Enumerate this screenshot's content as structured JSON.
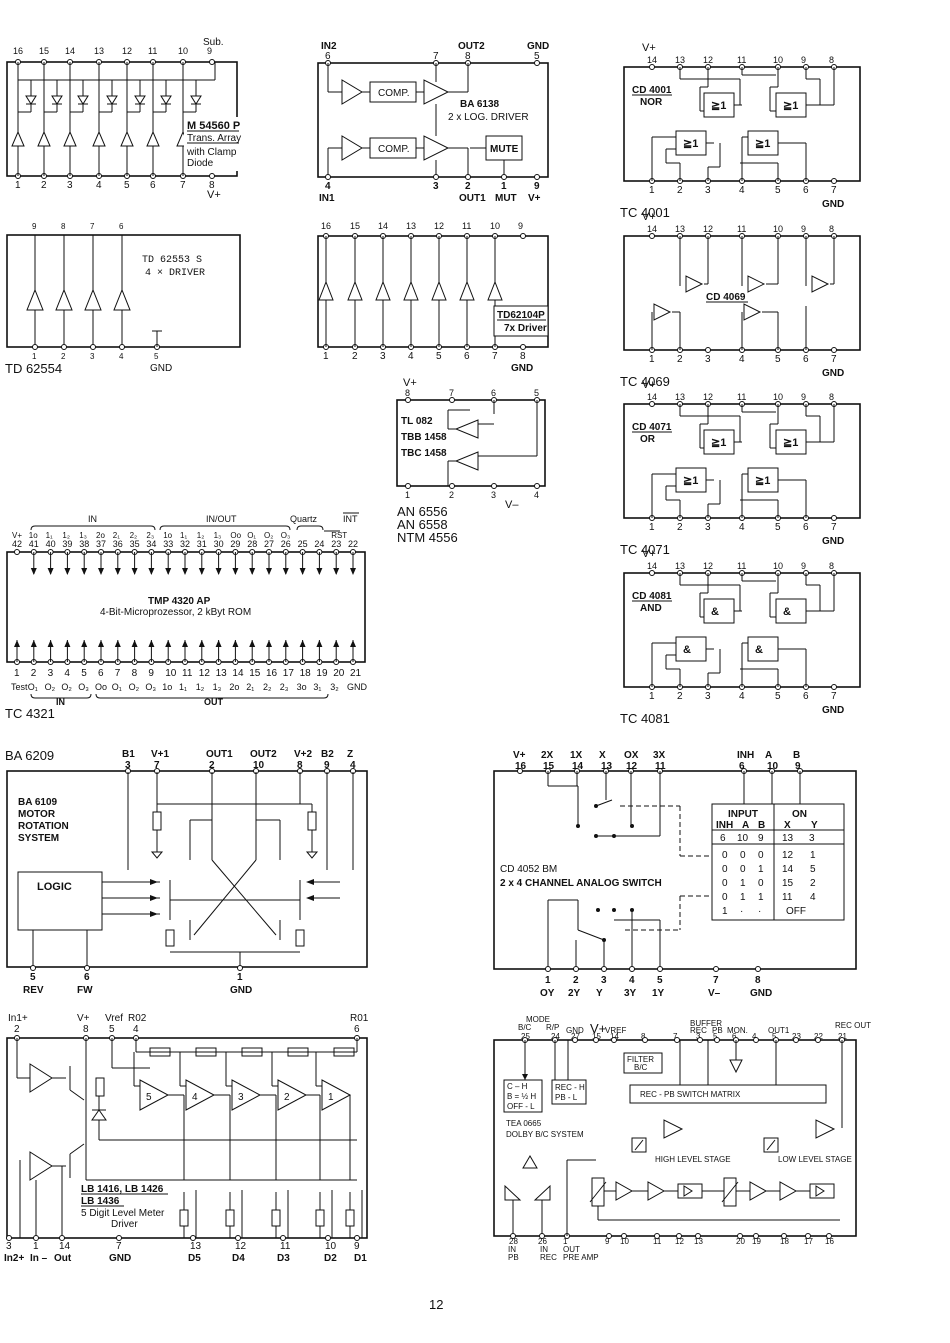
{
  "page_number": "12",
  "m54560": {
    "top_pins": [
      "16",
      "15",
      "14",
      "13",
      "12",
      "11",
      "10",
      "9"
    ],
    "sub_label": "Sub.",
    "bottom_pins": [
      "1",
      "2",
      "3",
      "4",
      "5",
      "6",
      "7",
      "8"
    ],
    "vplus": "V+",
    "title": "M 54560 P",
    "desc1": "Trans. Array",
    "desc2": "with Clamp",
    "desc3": "Diode"
  },
  "ba6138": {
    "in2": "IN2",
    "pin6": "6",
    "out2": "OUT2",
    "pin7": "7",
    "pin8": "8",
    "gnd": "GND",
    "pin5": "5",
    "comp1": "COMP.",
    "comp2": "COMP.",
    "title": "BA 6138",
    "subtitle": "2 x LOG. DRIVER",
    "mute": "MUTE",
    "pin4": "4",
    "pin3": "3",
    "pin2": "2",
    "pin1": "1",
    "pin9": "9",
    "in1": "IN1",
    "out1": "OUT1",
    "mut": "MUT",
    "vplus": "V+"
  },
  "cd4001": {
    "vplus": "V+",
    "top_pins": [
      "14",
      "13",
      "12",
      "11",
      "10",
      "9",
      "8"
    ],
    "title": "CD 4001",
    "subtitle": "NOR",
    "gate": "≧1",
    "bottom_pins": [
      "1",
      "2",
      "3",
      "4",
      "5",
      "6",
      "7"
    ],
    "gnd": "GND",
    "ref": "TC 4001"
  },
  "td62554": {
    "top_pins": [
      "9",
      "8",
      "7",
      "6"
    ],
    "title": "TD 62553 S",
    "subtitle": "4 × DRIVER",
    "bottom_pins": [
      "1",
      "2",
      "3",
      "4",
      "5"
    ],
    "gnd": "GND",
    "ref": "TD 62554"
  },
  "td62104": {
    "top_pins": [
      "16",
      "15",
      "14",
      "13",
      "12",
      "11",
      "10",
      "9"
    ],
    "title": "TD62104P",
    "subtitle": "7x Driver",
    "bottom_pins": [
      "1",
      "2",
      "3",
      "4",
      "5",
      "6",
      "7",
      "8"
    ],
    "gnd": "GND"
  },
  "cd4069": {
    "vplus": "V+",
    "top_pins": [
      "14",
      "13",
      "12",
      "11",
      "10",
      "9",
      "8"
    ],
    "title": "CD 4069",
    "bottom_pins": [
      "1",
      "2",
      "3",
      "4",
      "5",
      "6",
      "7"
    ],
    "gnd": "GND",
    "ref": "TC 4069"
  },
  "tl082": {
    "vplus": "V+",
    "top_pins": [
      "8",
      "7",
      "6",
      "5"
    ],
    "line1": "TL 082",
    "line2": "TBB 1458",
    "line3": "TBC 1458",
    "bottom_pins": [
      "1",
      "2",
      "3",
      "4"
    ],
    "vminus": "V–",
    "alt1": "AN    6556",
    "alt2": "AN    6558",
    "alt3": "NTM  4556"
  },
  "cd4071": {
    "vplus": "V+",
    "top_pins": [
      "14",
      "13",
      "12",
      "11",
      "10",
      "9",
      "8"
    ],
    "title": "CD 4071",
    "subtitle": "OR",
    "gate": "≧1",
    "bottom_pins": [
      "1",
      "2",
      "3",
      "4",
      "5",
      "6",
      "7"
    ],
    "gnd": "GND",
    "ref": "TC 4071"
  },
  "tmp4320": {
    "grp_in": "IN",
    "grp_inout": "IN/OUT",
    "grp_quartz": "Quartz",
    "grp_int": "INT",
    "top_names": [
      "V+",
      "1o",
      "1₁",
      "1₂",
      "1₃",
      "2o",
      "2₁",
      "2₂",
      "2₃",
      "1o",
      "1₁",
      "1₂",
      "1₃",
      "Oo",
      "O₁",
      "O₂",
      "O₃",
      "",
      "",
      "RST",
      ""
    ],
    "top_pins": [
      "42",
      "41",
      "40",
      "39",
      "38",
      "37",
      "36",
      "35",
      "34",
      "33",
      "32",
      "31",
      "30",
      "29",
      "28",
      "27",
      "26",
      "25",
      "24",
      "23",
      "22"
    ],
    "title": "TMP 4320 AP",
    "subtitle": "4-Bit-Microprozessor, 2 kByt ROM",
    "bottom_pins": [
      "1",
      "2",
      "3",
      "4",
      "5",
      "6",
      "7",
      "8",
      "9",
      "10",
      "11",
      "12",
      "13",
      "14",
      "15",
      "16",
      "17",
      "18",
      "19",
      "20",
      "21"
    ],
    "bottom_names": [
      "Test",
      "O₁",
      "O₂",
      "O₂",
      "O₃",
      "Oo",
      "O₁",
      "O₂",
      "O₃",
      "1o",
      "1₁",
      "1₂",
      "1₃",
      "2o",
      "2₁",
      "2₂",
      "2₃",
      "3o",
      "3₁",
      "3₂",
      "GND"
    ],
    "grp_in_bottom": "IN",
    "grp_out_bottom": "OUT",
    "ref": "TC 4321"
  },
  "cd4081": {
    "vplus": "V+",
    "top_pins": [
      "14",
      "13",
      "12",
      "11",
      "10",
      "9",
      "8"
    ],
    "title": "CD 4081",
    "subtitle": "AND",
    "gate": "&",
    "bottom_pins": [
      "1",
      "2",
      "3",
      "4",
      "5",
      "6",
      "7"
    ],
    "gnd": "GND",
    "ref": "TC 4081"
  },
  "ba6209": {
    "ref": "BA 6209",
    "top_labels": [
      "B1",
      "V+1",
      "OUT1",
      "OUT2",
      "V+2",
      "B2",
      "Z"
    ],
    "top_pins": [
      "3",
      "7",
      "2",
      "10",
      "8",
      "9",
      "4"
    ],
    "line1": "BA 6109",
    "line2": "MOTOR",
    "line3": "ROTATION",
    "line4": "SYSTEM",
    "logic": "LOGIC",
    "bottom_pins": [
      "5",
      "6",
      "1"
    ],
    "bottom_labels": [
      "REV",
      "FW",
      "GND"
    ]
  },
  "cd4052": {
    "top_labels": [
      "V+",
      "2X",
      "1X",
      "X",
      "OX",
      "3X",
      "INH",
      "A",
      "B"
    ],
    "top_pins": [
      "16",
      "15",
      "14",
      "13",
      "12",
      "11",
      "6",
      "10",
      "9"
    ],
    "title": "CD 4052 BM",
    "subtitle": "2 x 4  CHANNEL   ANALOG  SWITCH",
    "table": {
      "h_input": "INPUT",
      "h_on": "ON",
      "h_inh": "INH",
      "h_a": "A",
      "h_b": "B",
      "h_x": "X",
      "h_y": "Y",
      "pins_inh": "6",
      "pins_a": "10",
      "pins_b": "9",
      "pins_x": "13",
      "pins_y": "3",
      "rows": [
        [
          "0",
          "0",
          "0",
          "12",
          "1"
        ],
        [
          "0",
          "0",
          "1",
          "14",
          "5"
        ],
        [
          "0",
          "1",
          "0",
          "15",
          "2"
        ],
        [
          "0",
          "1",
          "1",
          "11",
          "4"
        ],
        [
          "1",
          "·",
          "·",
          "OFF",
          ""
        ]
      ]
    },
    "bottom_pins": [
      "1",
      "2",
      "3",
      "4",
      "5",
      "7",
      "8"
    ],
    "bottom_labels": [
      "OY",
      "2Y",
      "Y",
      "3Y",
      "1Y",
      "V–",
      "GND"
    ]
  },
  "lb1416": {
    "top_labels": [
      "In1+",
      "V+",
      "Vref",
      "R02",
      "R01"
    ],
    "top_pins": [
      "2",
      "8",
      "5",
      "4",
      "6"
    ],
    "stages": [
      "5",
      "4",
      "3",
      "2",
      "1"
    ],
    "title1": "LB 1416, LB 1426",
    "title2": "LB 1436",
    "title3": "5 Digit Level Meter",
    "title4": "Driver",
    "bottom_pins": [
      "3",
      "1",
      "14",
      "7",
      "13",
      "12",
      "11",
      "10",
      "9"
    ],
    "bottom_labels": [
      "In2+",
      "In –",
      "Out",
      "GND",
      "D5",
      "D4",
      "D3",
      "D2",
      "D1"
    ]
  },
  "tea0665": {
    "mode": "MODE",
    "top_labels": [
      "B/C",
      "R/P",
      "GND",
      "V+",
      "VREF",
      "",
      "BUFFER",
      "REC",
      "PB",
      "MON.",
      "OUT1",
      "",
      "",
      "REC OUT"
    ],
    "top_pins": [
      "25",
      "24",
      "27",
      "15",
      "14",
      "8",
      "7",
      "3",
      "5",
      "6",
      "4",
      "5",
      "23",
      "22",
      "21"
    ],
    "filter": "FILTER",
    "filter2": "B/C",
    "ch": "C – H",
    "bh": "B = ½ H",
    "offl": "OFF - L",
    "rech": "REC - H",
    "pbl": "PB  - L",
    "matrix": "REC - PB  SWITCH  MATRIX",
    "name": "TEA  0665",
    "system": "DOLBY  B/C  SYSTEM",
    "high": "HIGH  LEVEL  STAGE",
    "low": "LOW  LEVEL  STAGE",
    "bottom_pins": [
      "28",
      "26",
      "1",
      "9",
      "10",
      "11",
      "12",
      "13",
      "20",
      "19",
      "18",
      "17",
      "16"
    ],
    "b28a": "IN",
    "b28b": "PB",
    "b26a": "IN",
    "b26b": "REC",
    "b1a": "OUT",
    "b1b": "PRE AMP"
  }
}
